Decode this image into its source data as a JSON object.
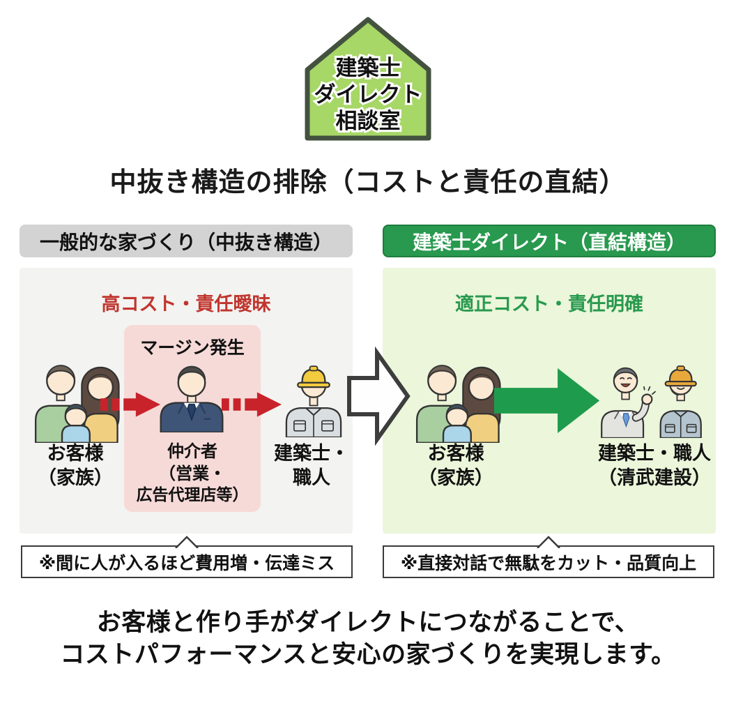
{
  "logo": {
    "line1": "建築士",
    "line2": "ダイレクト",
    "line3": "相談室"
  },
  "title": "中抜き構造の排除（コストと責任の直結）",
  "left_panel": {
    "header": "一般的な家づくり（中抜き構造）",
    "warning": "高コスト・責任曖昧",
    "margin_label": "マージン発生",
    "customer_line1": "お客様",
    "customer_line2": "（家族）",
    "middleman_line1": "仲介者",
    "middleman_line2": "（営業・",
    "middleman_line3": "広告代理店等）",
    "builder_line1": "建築士・",
    "builder_line2": "職人",
    "note": "※間に人が入るほど費用増・伝達ミス"
  },
  "right_panel": {
    "header": "建築士ダイレクト（直結構造）",
    "benefit": "適正コスト・責任明確",
    "customer_line1": "お客様",
    "customer_line2": "（家族）",
    "builder_line1": "建築士・職人",
    "builder_line2": "（清武建設）",
    "note": "※直接対話で無駄をカット・品質向上"
  },
  "footer": {
    "line1": "お客様と作り手がダイレクトにつながることで、",
    "line2": "コストパフォーマンスと安心の家づくりを実現します。"
  },
  "colors": {
    "logo_green": "#a7d767",
    "header_gray": "#d3d3d3",
    "header_green": "#28994e",
    "panel_gray": "#f3f3f1",
    "panel_green": "#ebf6da",
    "warning_red": "#c0352e",
    "benefit_green": "#28994e",
    "margin_pink": "#f6dad8",
    "arrow_red": "#c8232a",
    "arrow_green": "#1f9b4d"
  }
}
